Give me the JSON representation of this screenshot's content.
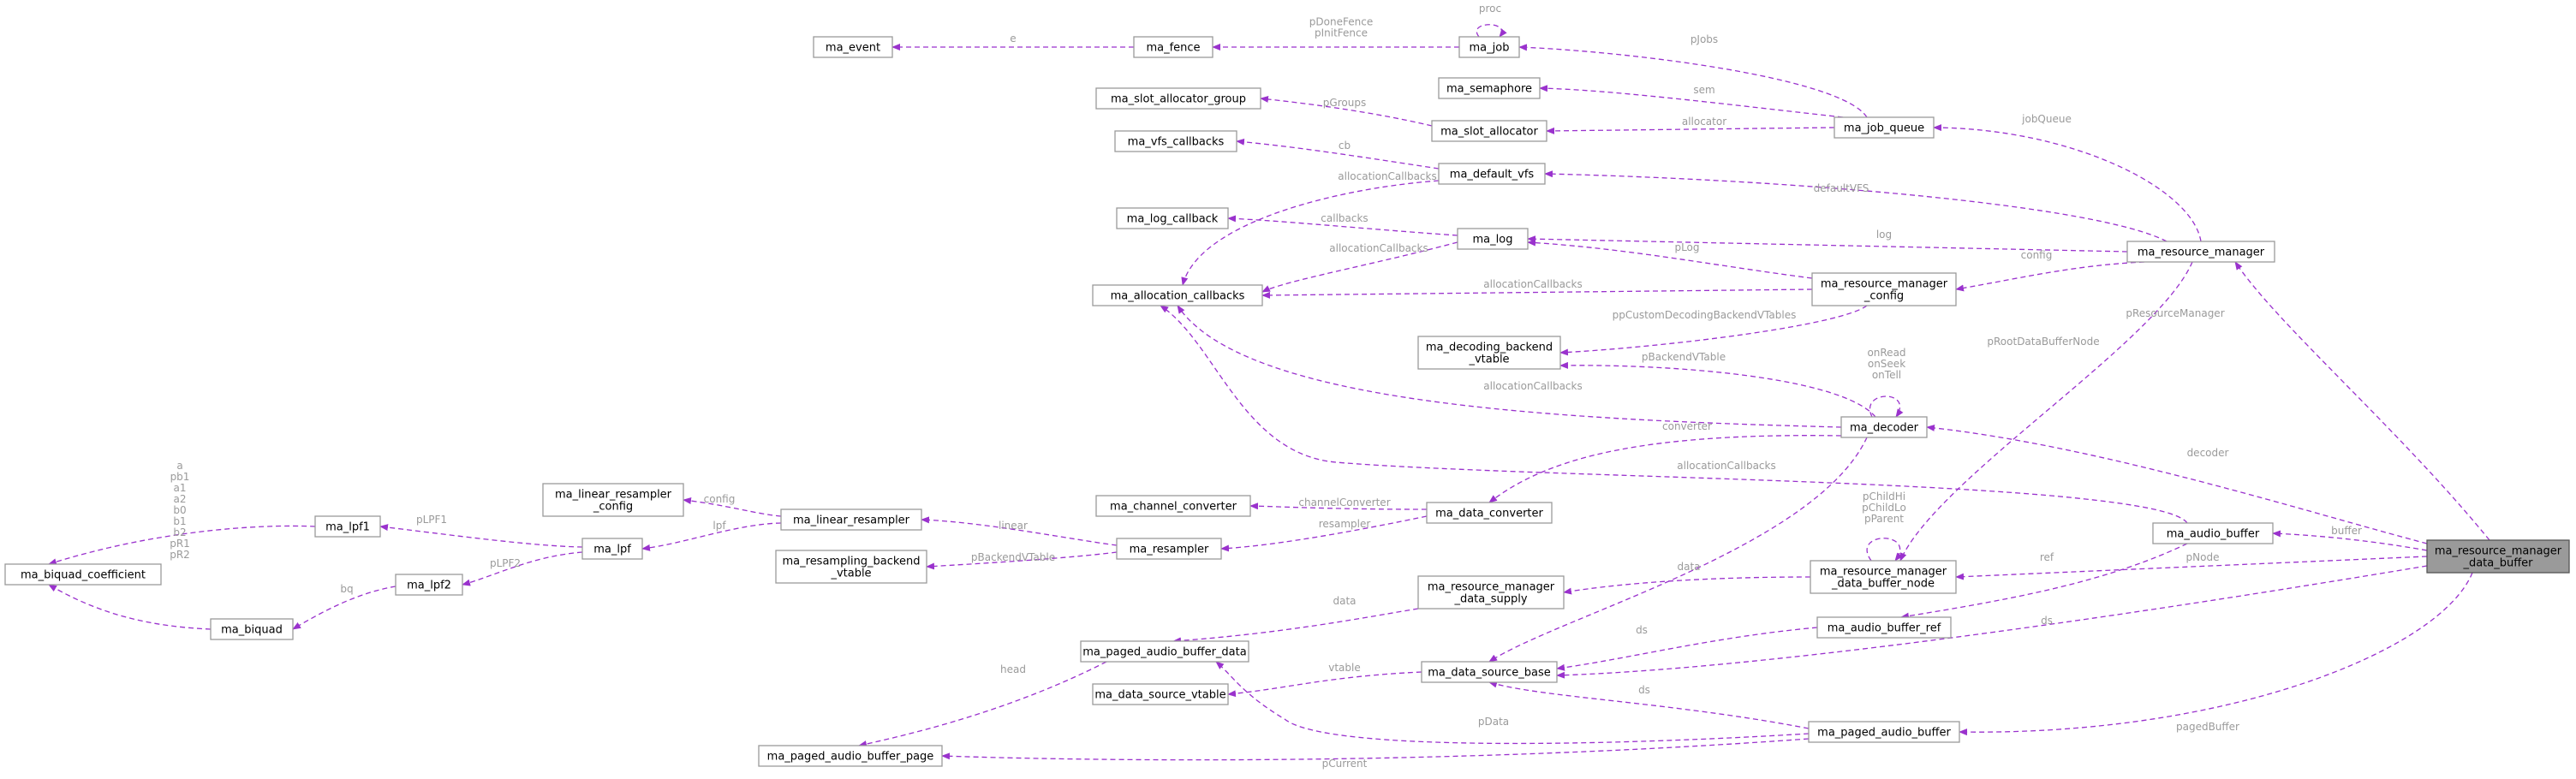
{
  "edge_color": "#9a32cd",
  "box_stroke": "#9a9a9a",
  "focus_fill": "#9a9a9a",
  "nodes": {
    "ma_resource_manager_data_buffer": [
      "ma_resource_manager",
      "_data_buffer"
    ],
    "ma_resource_manager": [
      "ma_resource_manager"
    ],
    "ma_job_queue": [
      "ma_job_queue"
    ],
    "ma_job": [
      "ma_job"
    ],
    "ma_fence": [
      "ma_fence"
    ],
    "ma_event": [
      "ma_event"
    ],
    "ma_semaphore": [
      "ma_semaphore"
    ],
    "ma_slot_allocator": [
      "ma_slot_allocator"
    ],
    "ma_slot_allocator_group": [
      "ma_slot_allocator_group"
    ],
    "ma_default_vfs": [
      "ma_default_vfs"
    ],
    "ma_vfs_callbacks": [
      "ma_vfs_callbacks"
    ],
    "ma_log": [
      "ma_log"
    ],
    "ma_log_callback": [
      "ma_log_callback"
    ],
    "ma_allocation_callbacks": [
      "ma_allocation_callbacks"
    ],
    "ma_resource_manager_config": [
      "ma_resource_manager",
      "_config"
    ],
    "ma_decoding_backend_vtable": [
      "ma_decoding_backend",
      "_vtable"
    ],
    "ma_decoder": [
      "ma_decoder"
    ],
    "ma_data_converter": [
      "ma_data_converter"
    ],
    "ma_channel_converter": [
      "ma_channel_converter"
    ],
    "ma_resampler": [
      "ma_resampler"
    ],
    "ma_linear_resampler": [
      "ma_linear_resampler"
    ],
    "ma_linear_resampler_config": [
      "ma_linear_resampler",
      "_config"
    ],
    "ma_resampling_backend_vtable": [
      "ma_resampling_backend",
      "_vtable"
    ],
    "ma_lpf": [
      "ma_lpf"
    ],
    "ma_lpf1": [
      "ma_lpf1"
    ],
    "ma_lpf2": [
      "ma_lpf2"
    ],
    "ma_biquad": [
      "ma_biquad"
    ],
    "ma_biquad_coefficient": [
      "ma_biquad_coefficient"
    ],
    "ma_audio_buffer": [
      "ma_audio_buffer"
    ],
    "ma_audio_buffer_ref": [
      "ma_audio_buffer_ref"
    ],
    "ma_resource_manager_data_buffer_node": [
      "ma_resource_manager",
      "_data_buffer_node"
    ],
    "ma_resource_manager_data_supply": [
      "ma_resource_manager",
      "_data_supply"
    ],
    "ma_data_source_base": [
      "ma_data_source_base"
    ],
    "ma_data_source_vtable": [
      "ma_data_source_vtable"
    ],
    "ma_paged_audio_buffer": [
      "ma_paged_audio_buffer"
    ],
    "ma_paged_audio_buffer_data": [
      "ma_paged_audio_buffer_data"
    ],
    "ma_paged_audio_buffer_page": [
      "ma_paged_audio_buffer_page"
    ]
  },
  "edge_labels": {
    "pResourceManager": [
      "pResourceManager"
    ],
    "jobQueue": [
      "jobQueue"
    ],
    "pJobs": [
      "pJobs"
    ],
    "proc": [
      "proc"
    ],
    "pFence": [
      "pDoneFence",
      "pInitFence"
    ],
    "e": [
      "e"
    ],
    "sem": [
      "sem"
    ],
    "allocator": [
      "allocator"
    ],
    "pGroups": [
      "pGroups"
    ],
    "defaultVFS": [
      "defaultVFS"
    ],
    "cb": [
      "cb"
    ],
    "vfsAlloc": [
      "allocationCallbacks"
    ],
    "log": [
      "log"
    ],
    "callbacks": [
      "callbacks"
    ],
    "logAlloc": [
      "allocationCallbacks"
    ],
    "config": [
      "config"
    ],
    "pLog": [
      "pLog"
    ],
    "cfgAlloc": [
      "allocationCallbacks"
    ],
    "ppCustom": [
      "ppCustomDecodingBackendVTables"
    ],
    "pRootDataBufferNode": [
      "pRootDataBufferNode"
    ],
    "pBackendVTable": [
      "pBackendVTable"
    ],
    "decAlloc": [
      "allocationCallbacks"
    ],
    "onRead": [
      "onRead",
      "onSeek",
      "onTell"
    ],
    "decoder": [
      "decoder"
    ],
    "converter": [
      "converter"
    ],
    "abAlloc": [
      "allocationCallbacks"
    ],
    "channelConverter": [
      "channelConverter"
    ],
    "resampler": [
      "resampler"
    ],
    "linear": [
      "linear"
    ],
    "pBackendVTable2": [
      "pBackendVTable"
    ],
    "lrConfig": [
      "config"
    ],
    "lpf": [
      "lpf"
    ],
    "pLPF1": [
      "pLPF1"
    ],
    "pLPF2": [
      "pLPF2"
    ],
    "bq": [
      "bq"
    ],
    "coeffs": [
      "a",
      "pb1",
      "a1",
      "a2",
      "b0",
      "b1",
      "b2",
      "pR1",
      "pR2"
    ],
    "buffer": [
      "buffer"
    ],
    "pNode": [
      "pNode"
    ],
    "pChild": [
      "pChildHi",
      "pChildLo",
      "pParent"
    ],
    "ref": [
      "ref"
    ],
    "data": [
      "data"
    ],
    "dsDecoder": [
      "ds"
    ],
    "dsRef": [
      "ds"
    ],
    "dsBuffer": [
      "ds"
    ],
    "dsPaged": [
      "ds"
    ],
    "supplyData": [
      "data"
    ],
    "vtable": [
      "vtable"
    ],
    "head": [
      "head"
    ],
    "pData": [
      "pData"
    ],
    "pCurrent": [
      "pCurrent"
    ],
    "pagedBuffer": [
      "pagedBuffer"
    ]
  }
}
